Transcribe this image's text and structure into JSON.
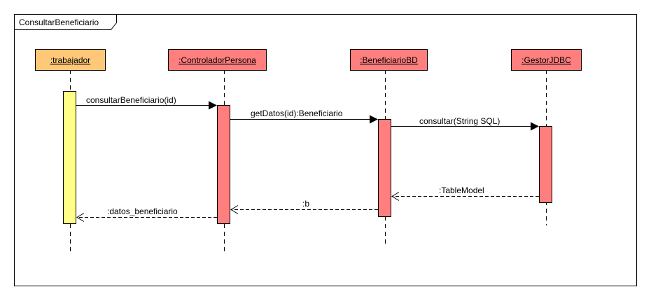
{
  "frame": {
    "title": "ConsultarBeneficiario"
  },
  "colors": {
    "worker_fill": "#FFC878",
    "worker_activation": "#FFFF88",
    "object_fill": "#FF7F7F",
    "border": "#000000"
  },
  "lifelines": [
    {
      "id": "trabajador",
      "label": ":trabajador"
    },
    {
      "id": "controlador",
      "label": ":ControladorPersona"
    },
    {
      "id": "beneficiariobd",
      "label": ":BeneficiarioBD"
    },
    {
      "id": "gestor",
      "label": ":GestorJDBC"
    }
  ],
  "messages": [
    {
      "from": "trabajador",
      "to": "controlador",
      "label": "consultarBeneficiario(id)",
      "kind": "sync"
    },
    {
      "from": "controlador",
      "to": "beneficiariobd",
      "label": "getDatos(id):Beneficiario",
      "kind": "sync"
    },
    {
      "from": "beneficiariobd",
      "to": "gestor",
      "label": "consultar(String SQL)",
      "kind": "sync"
    },
    {
      "from": "gestor",
      "to": "beneficiariobd",
      "label": ":TableModel",
      "kind": "return"
    },
    {
      "from": "beneficiariobd",
      "to": "controlador",
      "label": ":b",
      "kind": "return"
    },
    {
      "from": "controlador",
      "to": "trabajador",
      "label": ":datos_beneficiario",
      "kind": "return"
    }
  ]
}
